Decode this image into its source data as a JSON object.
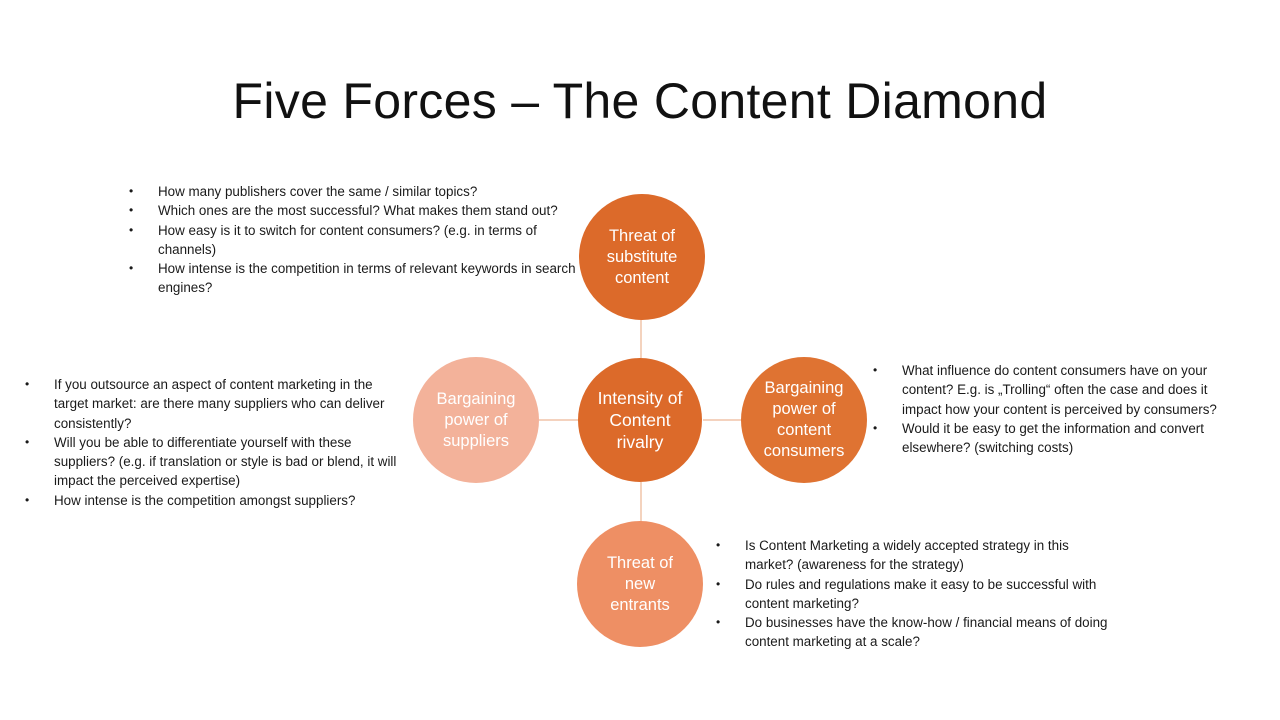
{
  "slide": {
    "title": "Five Forces – The Content Diamond"
  },
  "colors": {
    "center": "#dc6a2a",
    "substitute": "#dc6a2a",
    "consumers": "#df7332",
    "entrants": "#ee8f64",
    "suppliers": "#f3b29a",
    "connector": "#f0c4a8"
  },
  "forces": {
    "center": {
      "label": "Intensity of Content rivalry"
    },
    "substitute": {
      "label": "Threat of substitute content"
    },
    "suppliers": {
      "label": "Bargaining power of suppliers"
    },
    "consumers": {
      "label": "Bargaining power of content consumers"
    },
    "entrants": {
      "label": "Threat of new entrants"
    }
  },
  "notes": {
    "substitute": [
      "How many publishers cover the same / similar topics?",
      "Which ones are the most successful? What makes them stand out?",
      "How easy is it to switch for content consumers? (e.g. in terms of channels)",
      "How intense is the competition  in terms of relevant keywords in search engines?"
    ],
    "suppliers": [
      "If you outsource an aspect of content marketing in the target market:  are there many suppliers who can deliver consistently?",
      "Will you be able to differentiate yourself with these suppliers? (e.g. if translation or style is bad or blend, it will impact the perceived expertise)",
      "How intense is the competition  amongst suppliers?"
    ],
    "consumers": [
      "What influence do content consumers have on your content? E.g. is „Trolling“ often the case and does it impact how your content is perceived by consumers?",
      "Would it be easy to get the information and convert elsewhere? (switching costs)"
    ],
    "entrants": [
      "Is Content Marketing  a widely accepted strategy in this market? (awareness for the strategy)",
      "Do rules and regulations make it easy to be successful with content marketing?",
      "Do businesses have the know-how  / financial means of doing content marketing at a scale?"
    ]
  }
}
